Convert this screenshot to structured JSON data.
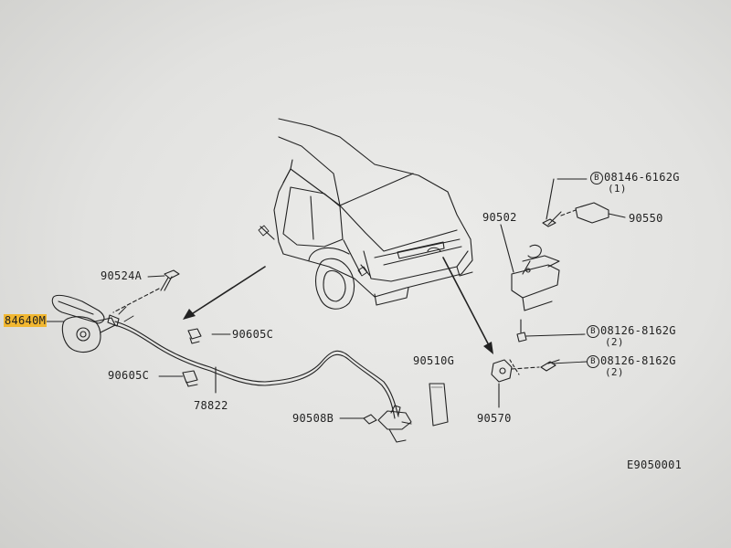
{
  "diagram": {
    "labels": {
      "p84640m": "84640M",
      "p90524a": "90524A",
      "p90605c_top": "90605C",
      "p90605c_left": "90605C",
      "p78822": "78822",
      "p90508b": "90508B",
      "p90510g": "90510G",
      "p90570": "90570",
      "p90502": "90502",
      "p90550": "90550",
      "bolt1": "08146-6162G",
      "bolt1_qty": "(1)",
      "bolt2": "08126-8162G",
      "bolt2_qty": "(2)",
      "bolt3": "08126-8162G",
      "bolt3_qty": "(2)",
      "callout_letter": "B",
      "figure_code": "E9050001"
    },
    "highlight_color": "#f1b731",
    "line_color": "#222222"
  }
}
